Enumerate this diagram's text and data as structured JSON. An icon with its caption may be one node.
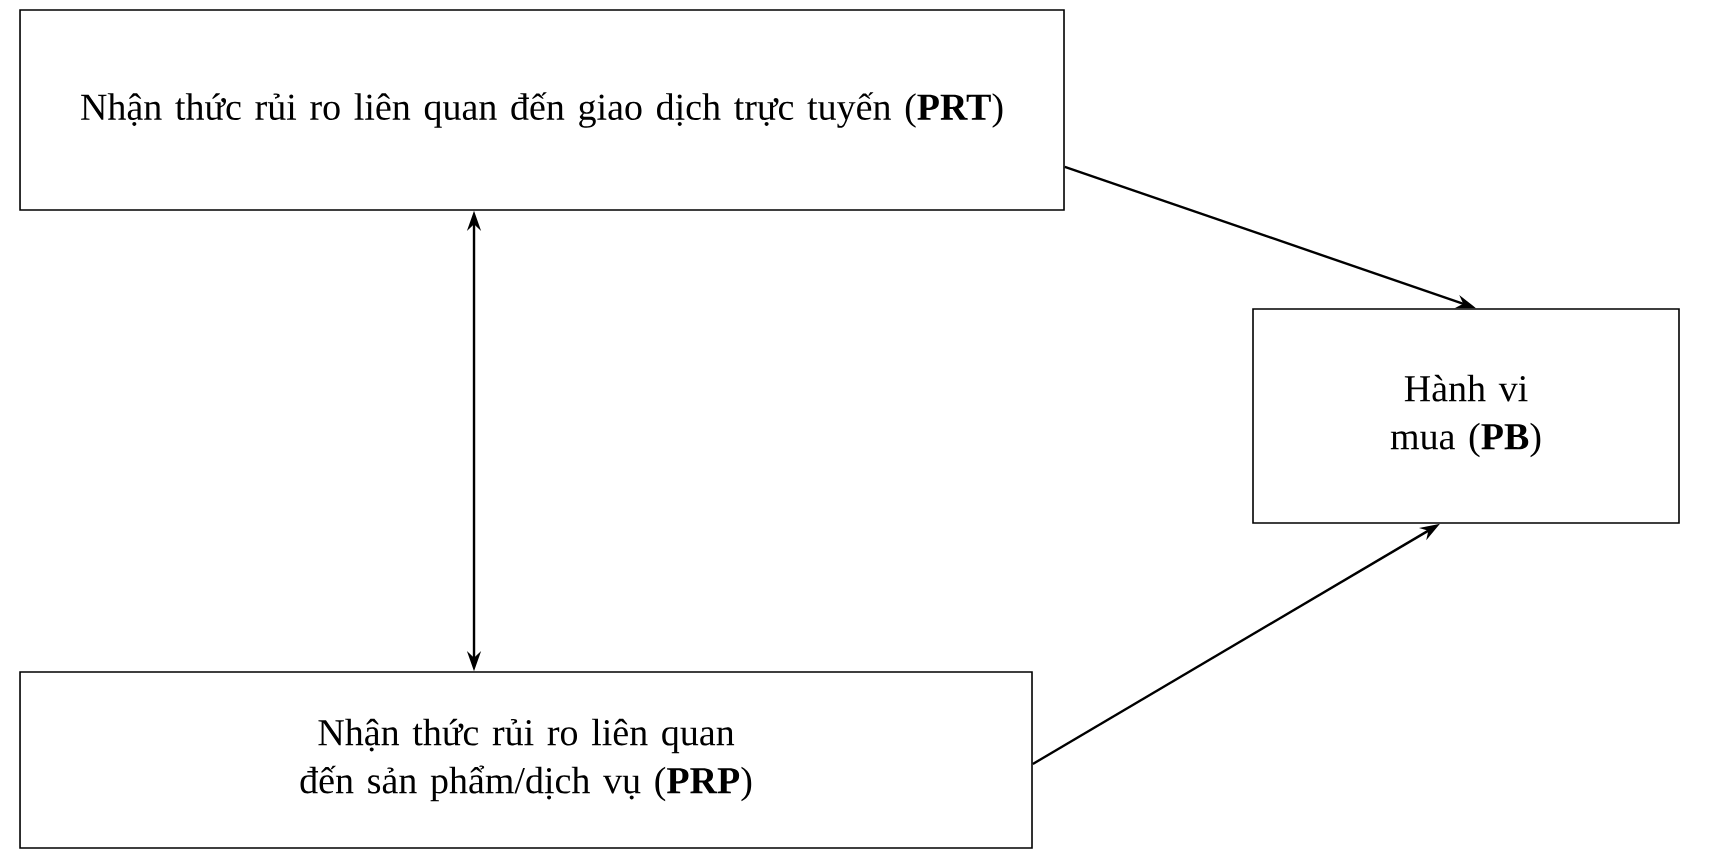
{
  "diagram": {
    "nodes": [
      {
        "text": [
          "Nhận thức rủi ro liên quan đến giao dịch trực tuyến (**PRT**)"
        ]
      },
      {
        "text": [
          "Nhận thức rủi ro liên quan đến sản phẩm/dịch vụ (**PRP**)"
        ]
      },
      {
        "text": [
          "Hành vi mua (**PB**)"
        ]
      }
    ],
    "edges": [
      {
        "from": 0,
        "to": 2,
        "arrow": "to"
      },
      {
        "from": 1,
        "to": 2,
        "arrow": "to"
      },
      {
        "from": 0,
        "to": 1,
        "arrow": "both"
      }
    ]
  }
}
